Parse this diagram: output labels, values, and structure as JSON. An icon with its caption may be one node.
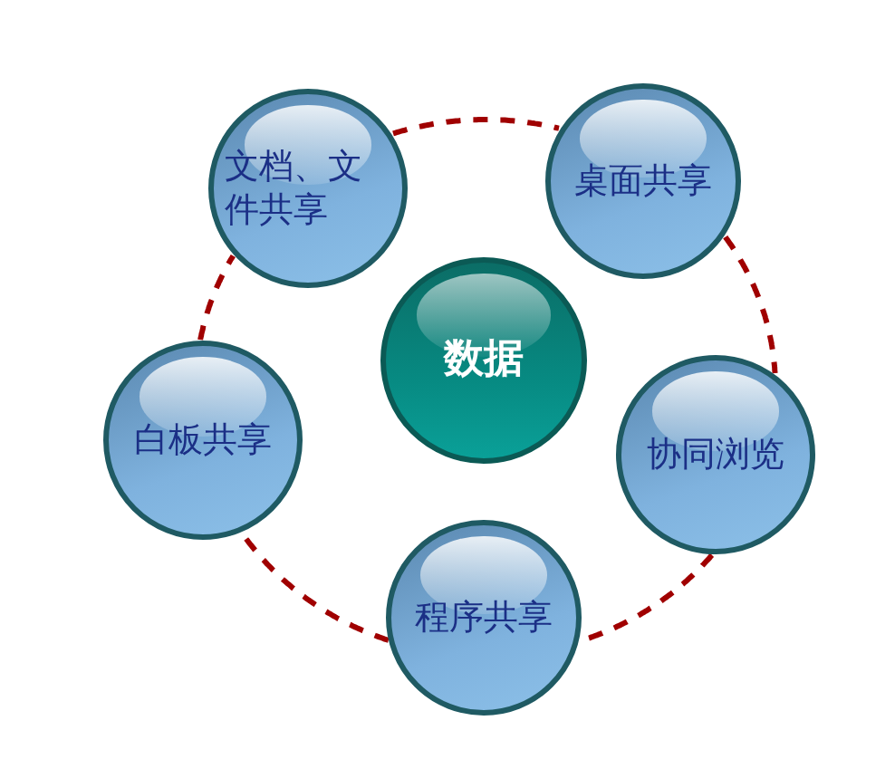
{
  "diagram": {
    "nodes": [
      {
        "text": [
          "文档、文件共享"
        ]
      },
      {
        "text": [
          "桌面共享"
        ]
      },
      {
        "text": [
          "数据"
        ]
      },
      {
        "text": [
          "白板共享"
        ]
      },
      {
        "text": [
          "协同浏览"
        ]
      },
      {
        "text": [
          "程序共享"
        ]
      }
    ],
    "edges": [
      {
        "from": 0,
        "to": 1,
        "arrow": "none",
        "style": "dashed"
      },
      {
        "from": 1,
        "to": 4,
        "arrow": "none",
        "style": "dashed"
      },
      {
        "from": 4,
        "to": 5,
        "arrow": "none",
        "style": "dashed"
      },
      {
        "from": 5,
        "to": 3,
        "arrow": "none",
        "style": "dashed"
      },
      {
        "from": 3,
        "to": 0,
        "arrow": "none",
        "style": "dashed"
      }
    ]
  }
}
